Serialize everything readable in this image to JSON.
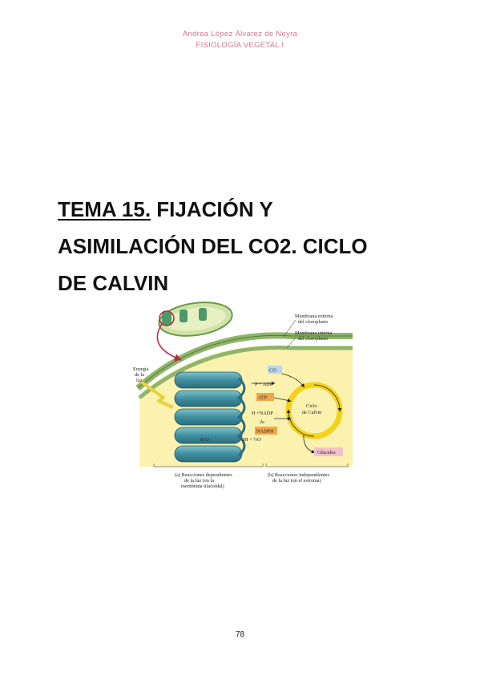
{
  "header": {
    "author": "Andrea López Álvarez de Neyra",
    "course": "FISIOLOGÍA VEGETAL I"
  },
  "title": {
    "prefix": "TEMA 15.",
    "line1_rest": " FIJACIÓN Y",
    "line2": "ASIMILACIÓN DEL CO2. CICLO",
    "line3": "DE CALVIN"
  },
  "figure": {
    "membrana_externa_1": "Membrana externa",
    "membrana_externa_2": "del cloroplasto",
    "membrana_interna_1": "Membrana interna",
    "membrana_interna_2": "del cloroplasto",
    "energia_1": "Energía",
    "energia_2": "de la",
    "energia_3": "luz",
    "co2": "CO",
    "pi_adp": "P + ADP",
    "atp": "ATP",
    "h_nadp": "H +NADP",
    "two_e": "2e",
    "nadph": "NADPH",
    "h2o": "H O",
    "two_h_o": "2H + ½O",
    "ciclo_1": "Ciclo",
    "ciclo_2": "de Calvin",
    "glucidos": "Glúcidos",
    "caption_a_1": "(a) Reacciones dependientes",
    "caption_a_2": "de la luz (en la",
    "caption_a_3": "membrana tilacoidal)",
    "caption_b_1": "(b) Reacciones independientes",
    "caption_b_2": "de la luz (en el estroma)",
    "colors": {
      "stroma": "#fbf2b0",
      "membrane": "#8fb56a",
      "thylakoid": "#3f8fa0",
      "cycle": "#f2d21a",
      "atp_box": "#f0a64a",
      "co2_box": "#bcd5ea",
      "glucidos_box": "#f2c2cc"
    }
  },
  "page_number": "78"
}
